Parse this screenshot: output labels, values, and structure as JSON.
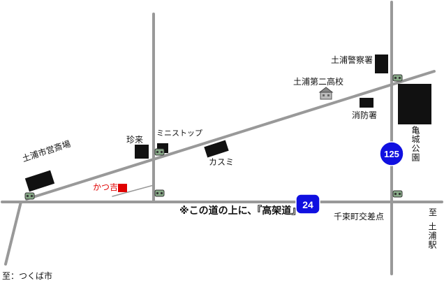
{
  "labels": {
    "police": "土浦警察署",
    "school": "土浦第二高校",
    "fire": "消防署",
    "park": "亀城公園",
    "funeral": "土浦市営斎場",
    "chinrai": "珍来",
    "ministop": "ミニストップ",
    "kasumi": "カスミ",
    "katsuyoshi": "かつ吉",
    "note": "※この道の上に、『高架道』",
    "intersection": "千束町交差点",
    "to_station_prefix": "至",
    "to_station": "土浦駅",
    "to_tsukuba": "至：つくば市"
  },
  "routes": {
    "r24": "24",
    "r125": "125"
  },
  "colors": {
    "road": "#999999",
    "building": "#111111",
    "marker": "#e00000",
    "route_badge": "#1010e0",
    "traffic_light": "#88aa88"
  },
  "icons": {
    "traffic_light": "traffic-light-icon",
    "school": "school-icon",
    "shop": "shop-icon"
  }
}
